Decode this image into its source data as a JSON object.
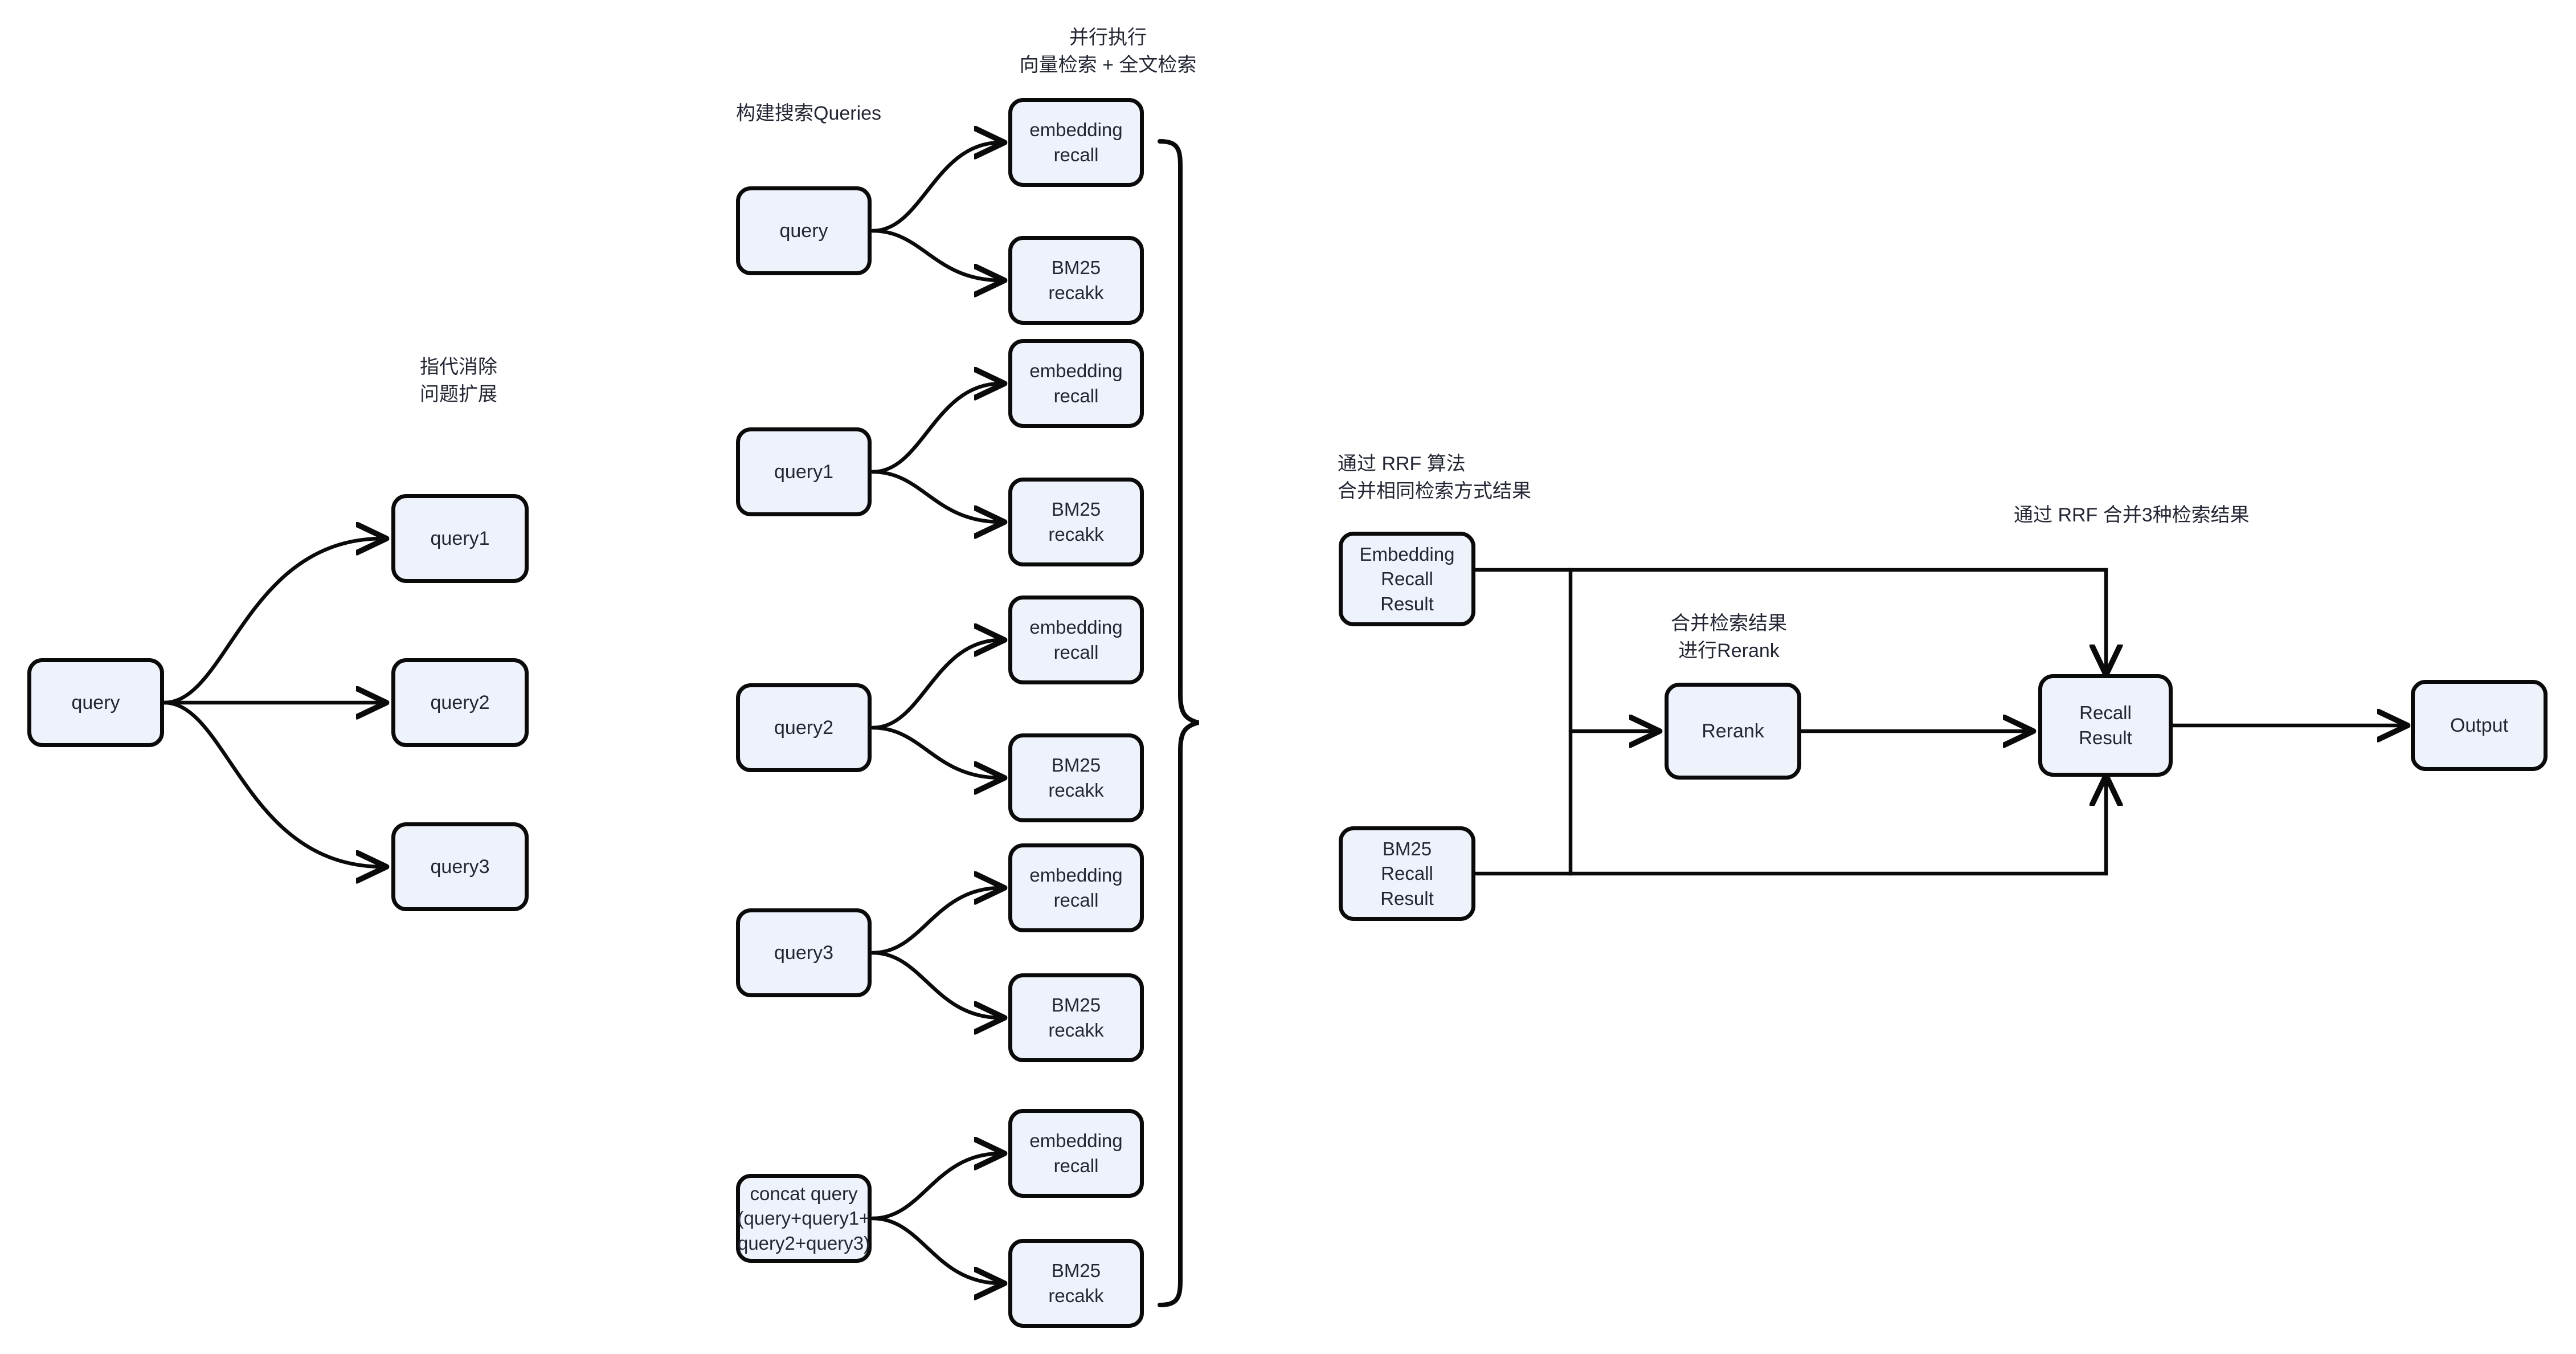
{
  "diagram": {
    "title_notes": {
      "coref_expand": "指代消除\n问题扩展",
      "build_queries": "构建搜索Queries",
      "parallel_exec": "并行执行\n向量检索 + 全文检索",
      "rrf_same_method": "通过 RRF 算法\n合并相同检索方式结果",
      "merge_rerank": "合并检索结果\n进行Rerank",
      "rrf_three": "通过 RRF 合并3种检索结果"
    },
    "colors": {
      "node_fill": "#eef2fb",
      "node_border": "#0a0a0a",
      "text": "#232733",
      "background": "#ffffff"
    },
    "stage1": {
      "source": "query",
      "expansions": [
        "query1",
        "query2",
        "query3"
      ]
    },
    "stage2": {
      "recall_labels": {
        "embedding": "embedding\nrecall",
        "bm25": "BM25\nrecakk"
      },
      "rows": [
        {
          "source": "query",
          "embedding": "embedding\nrecall",
          "bm25": "BM25\nrecakk"
        },
        {
          "source": "query1",
          "embedding": "embedding\nrecall",
          "bm25": "BM25\nrecakk"
        },
        {
          "source": "query2",
          "embedding": "embedding\nrecall",
          "bm25": "BM25\nrecakk"
        },
        {
          "source": "query3",
          "embedding": "embedding\nrecall",
          "bm25": "BM25\nrecakk"
        },
        {
          "source": "concat query\n(query+query1+\nquery2+query3)",
          "embedding": "embedding\nrecall",
          "bm25": "BM25\nrecakk"
        }
      ]
    },
    "stage3": {
      "embedding_recall_result": "Embedding\nRecall\nResult",
      "bm25_recall_result": "BM25\nRecall\nResult",
      "rerank": "Rerank",
      "recall_result": "Recall\nResult",
      "output": "Output"
    }
  }
}
